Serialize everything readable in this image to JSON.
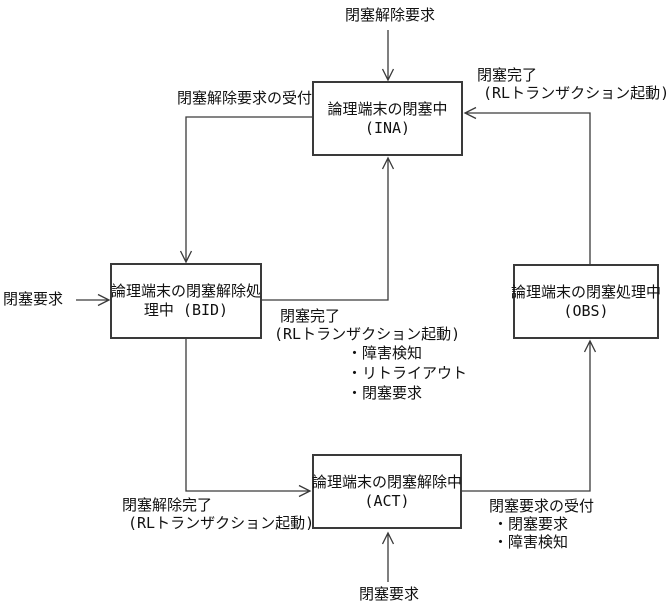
{
  "colors": {
    "line": "#3a3a3a",
    "text": "#111111",
    "background": "#ffffff"
  },
  "states": {
    "ina": {
      "line1": "論理端末の閉塞中",
      "line2": "(INA)"
    },
    "bid": {
      "line1": "論理端末の閉塞解除処",
      "line2": "理中 (BID)"
    },
    "obs": {
      "line1": "論理端末の閉塞処理中",
      "line2": "(OBS)"
    },
    "act": {
      "line1": "論理端末の閉塞解除中",
      "line2": "(ACT)"
    }
  },
  "labels": {
    "top_trigger": "閉塞解除要求",
    "unblock_request_accepted": "閉塞解除要求の受付",
    "block_complete_right": {
      "line1": "閉塞完了",
      "line2": "(RLトランザクション起動)"
    },
    "block_request_left": "閉塞要求",
    "block_complete_mid": {
      "line1": "閉塞完了",
      "line2": "(RLトランザクション起動)",
      "bullets": [
        "・障害検知",
        "・リトライアウト",
        "・閉塞要求"
      ]
    },
    "unblock_complete": {
      "line1": "閉塞解除完了",
      "line2": "(RLトランザクション起動)"
    },
    "block_request_accepted": {
      "line1": "閉塞要求の受付",
      "bullets": [
        "・閉塞要求",
        "・障害検知"
      ]
    },
    "bottom_trigger": "閉塞要求"
  }
}
